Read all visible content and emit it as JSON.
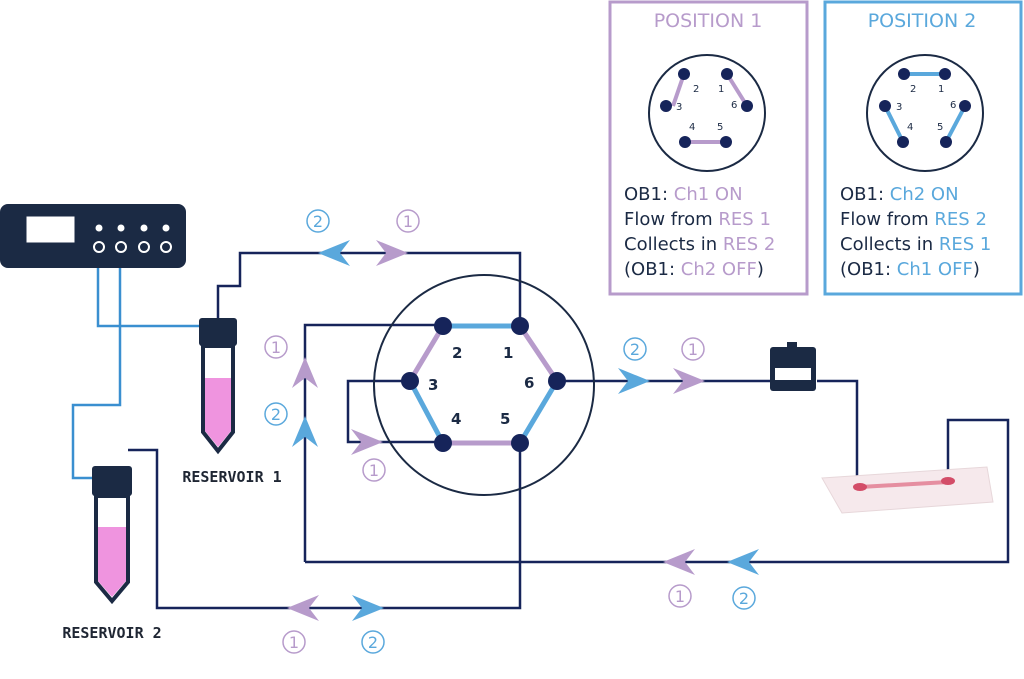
{
  "colors": {
    "purple": "#b79bcb",
    "blue": "#5aa8dc",
    "navy": "#16245a",
    "dark": "#1b2a44",
    "pink": "#ef94df"
  },
  "position1": {
    "title": "POSITION 1",
    "ports": [
      "2",
      "1",
      "3",
      "6",
      "4",
      "5"
    ],
    "lines": [
      {
        "prefix": "OB1: ",
        "highlight": "Ch1 ON",
        "suffix": ""
      },
      {
        "prefix": "Flow from ",
        "highlight": "RES 1",
        "suffix": ""
      },
      {
        "prefix": "Collects in ",
        "highlight": "RES 2",
        "suffix": ""
      },
      {
        "prefix": "(OB1: ",
        "highlight": "Ch2 OFF",
        "suffix": ")"
      }
    ]
  },
  "position2": {
    "title": "POSITION 2",
    "ports": [
      "2",
      "1",
      "3",
      "6",
      "4",
      "5"
    ],
    "lines": [
      {
        "prefix": "OB1: ",
        "highlight": "Ch2 ON",
        "suffix": ""
      },
      {
        "prefix": "Flow from ",
        "highlight": "RES 2",
        "suffix": ""
      },
      {
        "prefix": "Collects in ",
        "highlight": "RES 1",
        "suffix": ""
      },
      {
        "prefix": "(OB1: ",
        "highlight": "Ch1 OFF",
        "suffix": ")"
      }
    ]
  },
  "valve": {
    "ports": {
      "p1": "1",
      "p2": "2",
      "p3": "3",
      "p4": "4",
      "p5": "5",
      "p6": "6"
    }
  },
  "reservoirs": {
    "res1": "RESERVOIR 1",
    "res2": "RESERVOIR 2"
  },
  "flow_markers": {
    "one": "①",
    "two": "②"
  }
}
